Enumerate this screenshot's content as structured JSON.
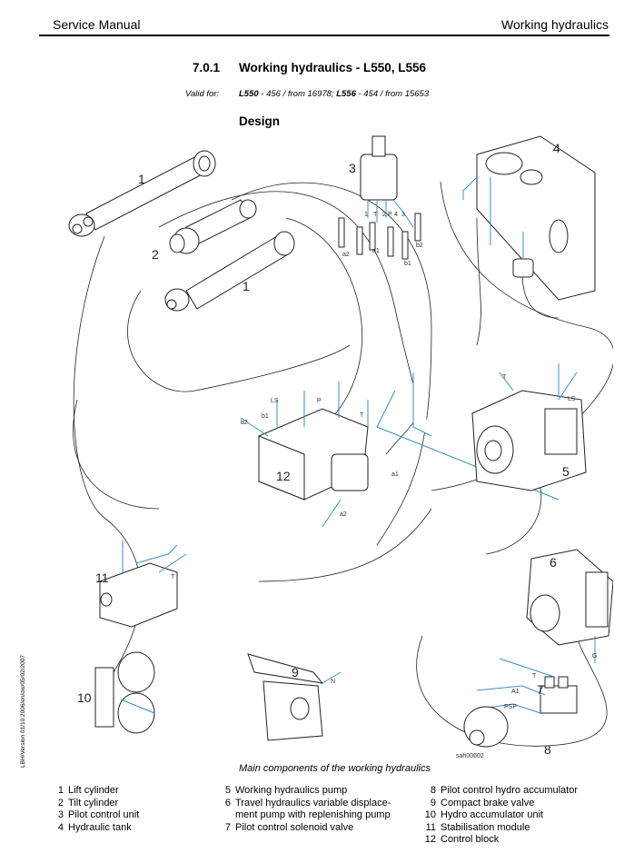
{
  "header": {
    "left": "Service Manual",
    "right": "Working hydraulics"
  },
  "section": {
    "number": "7.0.1",
    "title": "Working hydraulics - L550, L556",
    "valid_label": "Valid for:",
    "valid": [
      {
        "model": "L550",
        "rest": " - 456 / from 16978;  "
      },
      {
        "model": "L556",
        "rest": " - 454 / from 15653"
      }
    ],
    "subheading": "Design"
  },
  "side_note": "LBH/Version 01/10.2006/en/dw/05/02/2007",
  "figure": {
    "id": "sah00602",
    "caption": "Main components of the working hydraulics",
    "callouts": [
      "1",
      "2",
      "3",
      "4",
      "5",
      "6",
      "7",
      "8",
      "9",
      "10",
      "11",
      "12",
      "1"
    ],
    "port_labels": [
      "a2",
      "a1",
      "b1",
      "b2",
      "1",
      "T",
      "2",
      "P",
      "4",
      "3",
      "LS",
      "P",
      "T",
      "b2",
      "b1",
      "a1",
      "a2",
      "T",
      "LS",
      "T",
      "G",
      "T",
      "A1",
      "PSP",
      "N"
    ]
  },
  "legend": {
    "col1": [
      {
        "n": "1",
        "t": "Lift cylinder"
      },
      {
        "n": "2",
        "t": "Tilt cylinder"
      },
      {
        "n": "3",
        "t": "Pilot control unit"
      },
      {
        "n": "4",
        "t": "Hydraulic tank"
      }
    ],
    "col2": [
      {
        "n": "5",
        "t": "Working hydraulics pump"
      },
      {
        "n": "6",
        "t": "Travel hydraulics variable displace-"
      },
      {
        "n": "",
        "t": "ment pump with replenishing pump"
      },
      {
        "n": "7",
        "t": "Pilot control solenoid valve"
      }
    ],
    "col3": [
      {
        "n": "8",
        "t": "Pilot control hydro accumulator"
      },
      {
        "n": "9",
        "t": "Compact brake valve"
      },
      {
        "n": "10",
        "t": "Hydro accumulator unit"
      },
      {
        "n": "11",
        "t": "Stabilisation module"
      },
      {
        "n": "12",
        "t": "Control block"
      }
    ]
  },
  "colors": {
    "line": "#222222",
    "pipe_highlight": "#3a8fc0"
  }
}
